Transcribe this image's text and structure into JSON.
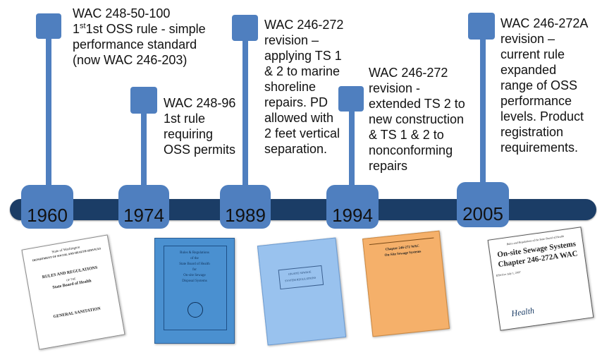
{
  "timeline": {
    "years": [
      "1960",
      "1974",
      "1989",
      "1994",
      "2005"
    ],
    "events": [
      {
        "lines": [
          "WAC 248-50-100",
          "1st OSS rule - simple",
          "performance standard",
          "(now WAC 246-203)"
        ],
        "sup": "st"
      },
      {
        "lines": [
          "WAC 248-96",
          "1st rule",
          "requiring",
          "OSS permits"
        ]
      },
      {
        "lines": [
          "WAC 246-272",
          "revision –",
          "applying  TS 1",
          "& 2 to marine",
          "shoreline",
          "repairs.  PD",
          "allowed with",
          "2 feet vertical",
          "separation."
        ]
      },
      {
        "lines": [
          "WAC 246-272",
          "revision -",
          "extended TS 2 to",
          "new  construction",
          "& TS 1 & 2 to",
          "nonconforming",
          "repairs"
        ]
      },
      {
        "lines": [
          "WAC 246-272A",
          "revision –",
          "current rule",
          "expanded",
          "range of OSS",
          "performance",
          "levels.  Product",
          "registration",
          "requirements."
        ]
      }
    ]
  },
  "documents": [
    {
      "lines": [
        "State of Washington",
        "DEPARTMENT OF SOCIAL AND HEALTH SERVICES",
        "RULES AND REGULATIONS",
        "OF THE",
        "State Board of Health",
        "GENERAL SANITATION"
      ],
      "color": "#ffffff"
    },
    {
      "lines": [
        "Rules & Regulations",
        "of the",
        "State Board of Health",
        "for",
        "On-site Sewage",
        "Disposal Systems"
      ],
      "color": "#4a90d0"
    },
    {
      "lines": [
        "ON-SITE SEWAGE",
        "SYSTEM REGULATIONS"
      ],
      "color": "#99c2ee"
    },
    {
      "lines": [
        "Chapter 246-272 WAC",
        "On-Site Sewage Systems"
      ],
      "color": "#f5b06a"
    },
    {
      "lines": [
        "Rules and Regulations of the State Board of Health",
        "On-site Sewage Systems",
        "Chapter 246-272A WAC",
        "Effective July 1, 2007",
        "Health"
      ],
      "color": "#ffffff"
    }
  ],
  "colors": {
    "bar": "#1b3d66",
    "marker": "#4f7fbf"
  }
}
